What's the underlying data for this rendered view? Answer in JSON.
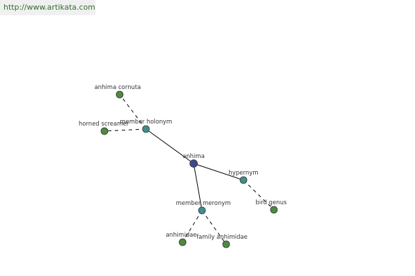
{
  "site": {
    "url_text": "http://www.artikata.com"
  },
  "colors": {
    "center_node": "#3d4a86",
    "relation_node": "#3f8f8c",
    "leaf_node": "#4f8a3f",
    "node_stroke": "#333333",
    "edge": "#000000"
  },
  "graph": {
    "nodes": [
      {
        "id": "anhima",
        "label": "anhima",
        "kind": "center"
      },
      {
        "id": "member_holonym",
        "label": "member holonym",
        "kind": "relation"
      },
      {
        "id": "hypernym",
        "label": "hypernym",
        "kind": "relation"
      },
      {
        "id": "member_meronym",
        "label": "member meronym",
        "kind": "relation"
      },
      {
        "id": "anhima_cornuta",
        "label": "anhima cornuta",
        "kind": "leaf"
      },
      {
        "id": "horned_screamer",
        "label": "horned screamer",
        "kind": "leaf"
      },
      {
        "id": "bird_genus",
        "label": "bird genus",
        "kind": "leaf"
      },
      {
        "id": "anhimidae",
        "label": "anhimidae",
        "kind": "leaf"
      },
      {
        "id": "family_anhimidae",
        "label": "family anhimidae",
        "kind": "leaf"
      }
    ],
    "edges": [
      {
        "from": "anhima",
        "to": "member_holonym",
        "style": "solid"
      },
      {
        "from": "anhima",
        "to": "hypernym",
        "style": "solid"
      },
      {
        "from": "anhima",
        "to": "member_meronym",
        "style": "solid"
      },
      {
        "from": "member_holonym",
        "to": "anhima_cornuta",
        "style": "dashed"
      },
      {
        "from": "member_holonym",
        "to": "horned_screamer",
        "style": "dashed"
      },
      {
        "from": "hypernym",
        "to": "bird_genus",
        "style": "dashed"
      },
      {
        "from": "member_meronym",
        "to": "anhimidae",
        "style": "dashed"
      },
      {
        "from": "member_meronym",
        "to": "family_anhimidae",
        "style": "dashed"
      }
    ]
  }
}
